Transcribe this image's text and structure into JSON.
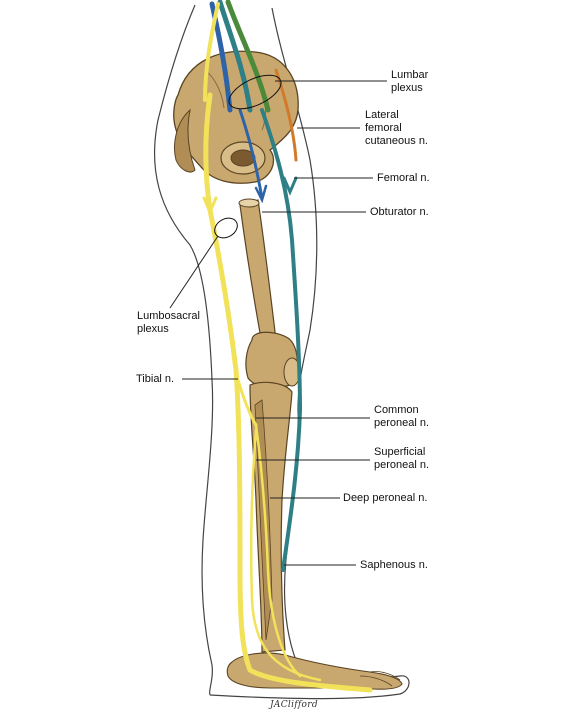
{
  "labels": {
    "lumbar_plexus": "Lumbar\nplexus",
    "lateral_femoral_cutaneous": "Lateral\nfemoral\ncutaneous n.",
    "femoral": "Femoral n.",
    "obturator": "Obturator n.",
    "lumbosacral_plexus": "Lumbosacral\nplexus",
    "tibial": "Tibial n.",
    "common_peroneal": "Common\nperoneal n.",
    "superficial_peroneal": "Superficial\nperoneal n.",
    "deep_peroneal": "Deep peroneal n.",
    "saphenous": "Saphenous n."
  },
  "signature": "JAClifford",
  "colors": {
    "bone": "#c9a870",
    "bone_dark": "#8a6a3a",
    "sciatic_nerve": "#f2e25a",
    "femoral_nerve": "#2f7f86",
    "obturator_nerve": "#2f63a8",
    "lateral_femoral_nerve": "#d07a2a",
    "lumbar_green": "#4a8a3a",
    "outline": "#444444",
    "leader": "#222222"
  }
}
